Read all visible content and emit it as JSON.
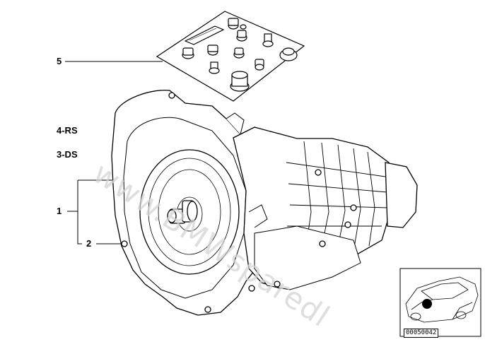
{
  "callouts": {
    "item5": "5",
    "item4rs": "4-RS",
    "item3ds": "3-DS",
    "item1": "1",
    "item2": "2"
  },
  "watermark": "www.BMWsparedl",
  "thumbnail": {
    "id": "00050042",
    "highlight_color": "#000000"
  },
  "colors": {
    "line": "#000000",
    "watermark": "#d3d3d3"
  }
}
